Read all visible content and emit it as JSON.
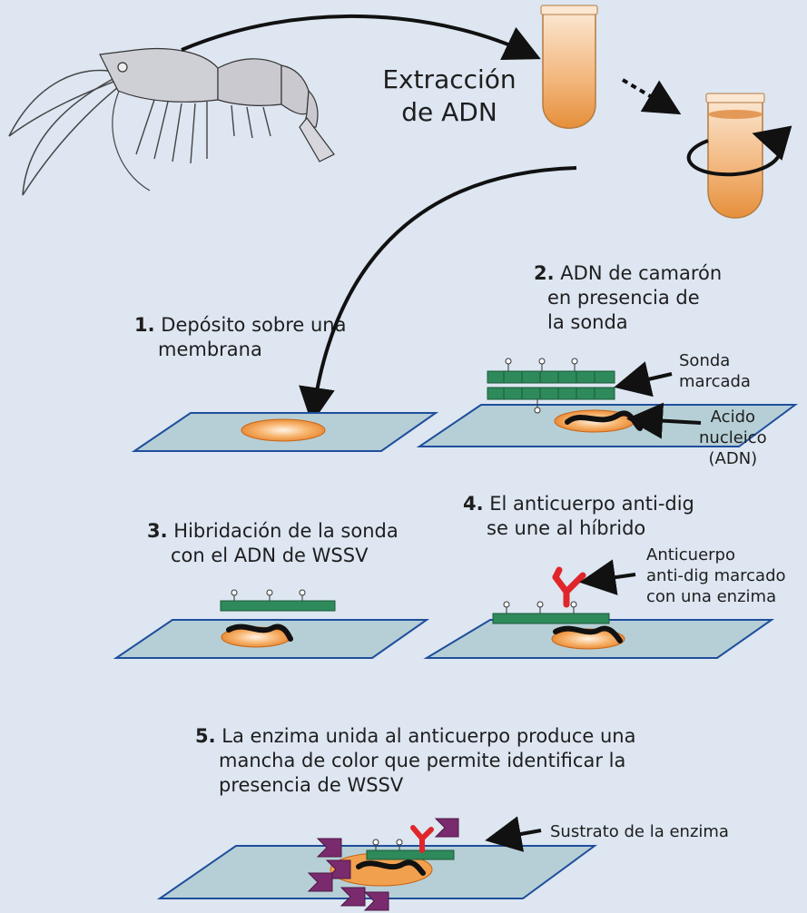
{
  "extraction": {
    "line1": "Extracción",
    "line2": "de ADN"
  },
  "steps": [
    {
      "num": "1.",
      "line1": "Depósito sobre una",
      "line2": "membrana"
    },
    {
      "num": "2.",
      "line1": "ADN de camarón",
      "line2": "en presencia de",
      "line3": "la sonda"
    },
    {
      "num": "3.",
      "line1": "Hibridación de la sonda",
      "line2": "con el ADN de WSSV"
    },
    {
      "num": "4.",
      "line1": "El anticuerpo anti-dig",
      "line2": "se une al híbrido"
    },
    {
      "num": "5.",
      "line1": "La enzima unida al anticuerpo produce una",
      "line2": "mancha de color que permite identificar la",
      "line3": "presencia de WSSV"
    }
  ],
  "annotations": {
    "probe": {
      "line1": "Sonda",
      "line2": "marcada"
    },
    "nucleic": {
      "line1": "Acido",
      "line2": "nucleico",
      "line3": "(ADN)"
    },
    "antibody": {
      "line1": "Anticuerpo",
      "line2": "anti-dig marcado",
      "line3": "con una enzima"
    },
    "substrate": "Sustrato de la enzima"
  },
  "colors": {
    "background": "#dde6f1",
    "membrane": "#b6cfd6",
    "membrane_edge": "#1f4e9c",
    "spot": "#f1a04e",
    "probe": "#2e8a5a",
    "antibody": "#e0262b",
    "substrate": "#7a2b6e",
    "tube_liquid": "#f0b77d"
  }
}
